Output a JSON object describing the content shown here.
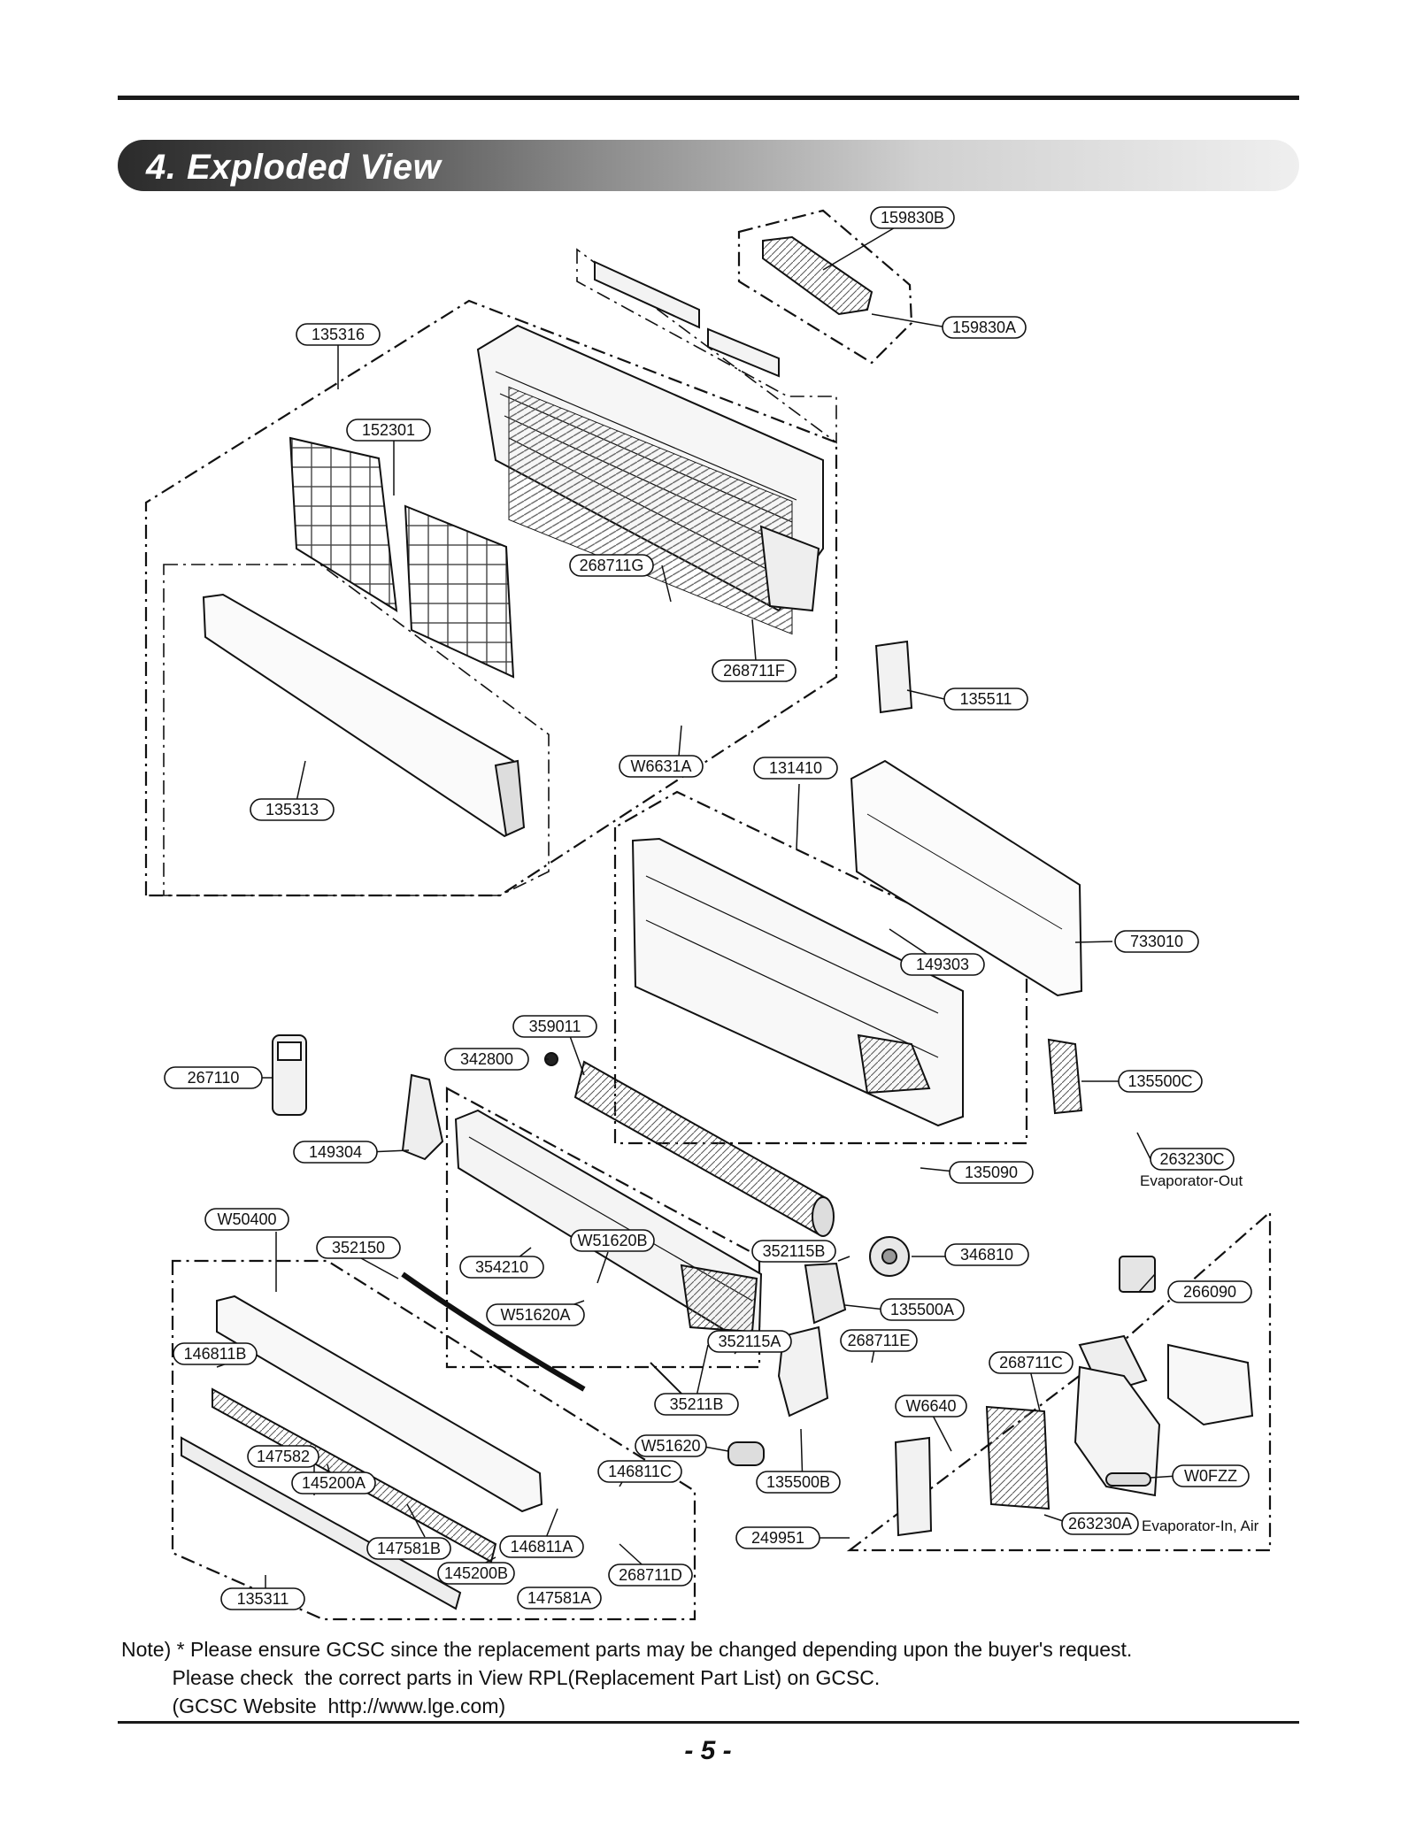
{
  "header": {
    "title": "4. Exploded View"
  },
  "part_labels": [
    "159830B",
    "159830A",
    "135316",
    "152301",
    "268711G",
    "268711F",
    "135511",
    "W6631A",
    "131410",
    "135313",
    "733010",
    "149303",
    "359011",
    "342800",
    "267110",
    "135500C",
    "149304",
    "263230C",
    "135090",
    "W50400",
    "352150",
    "W51620B",
    "352115B",
    "346810",
    "354210",
    "W51620A",
    "135500A",
    "266090",
    "146811B",
    "352115A",
    "268711E",
    "268711C",
    "35211B",
    "W6640",
    "W51620",
    "147582",
    "146811C",
    "W0FZZ",
    "145200A",
    "135500B",
    "147581B",
    "146811A",
    "263230A",
    "249951",
    "145200B",
    "268711D",
    "135311",
    "147581A"
  ],
  "annotations": {
    "evaporator_out": "Evaporator-Out",
    "evaporator_in_air": "Evaporator-In, Air"
  },
  "note": {
    "line1": "Note) * Please ensure GCSC since the replacement parts may be changed depending upon the buyer's request.",
    "line2": "         Please check  the correct parts in View RPL(Replacement Part List) on GCSC.",
    "line3": "         (GCSC Website  http://www.lge.com)"
  },
  "footer": {
    "page_number": "- 5 -"
  }
}
